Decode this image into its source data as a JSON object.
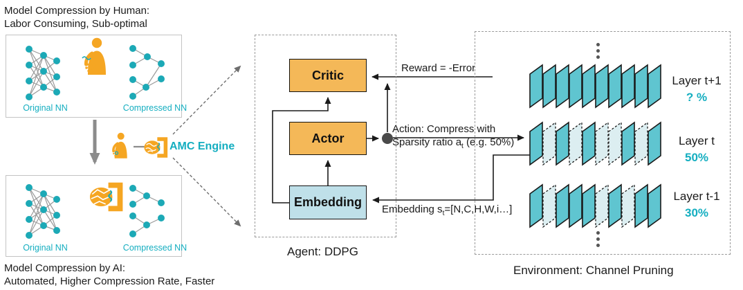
{
  "left": {
    "top_caption_line1": "Model Compression by Human:",
    "top_caption_line2": "Labor Consuming, Sub-optimal",
    "bottom_caption_line1": "Model Compression by AI:",
    "bottom_caption_line2": "Automated, Higher Compression Rate, Faster",
    "box_human": {
      "original_label": "Original NN",
      "compressed_label": "Compressed NN"
    },
    "box_ai": {
      "original_label": "Original NN",
      "compressed_label": "Compressed NN"
    },
    "amc_engine_label": "AMC Engine"
  },
  "agent": {
    "caption": "Agent: DDPG",
    "critic_label": "Critic",
    "actor_label": "Actor",
    "embedding_label": "Embedding",
    "reward_label": "Reward = -Error",
    "action_line1": "Action: Compress with",
    "action_line2_prefix": "Sparsity ratio a",
    "action_sub": "t",
    "action_line2_suffix": " (e.g. 50%)",
    "state_prefix": "Embedding s",
    "state_sub": "t",
    "state_suffix": "=[N,C,H,W,i…]"
  },
  "environment": {
    "caption": "Environment: Channel Pruning",
    "layers": [
      {
        "name": "Layer t+1",
        "ratio": "? %",
        "channels": 10,
        "pattern": [
          1,
          1,
          1,
          1,
          1,
          1,
          1,
          1,
          1,
          1
        ]
      },
      {
        "name": "Layer t",
        "ratio": "50%",
        "channels": 10,
        "pattern": [
          1,
          0,
          1,
          0,
          1,
          0,
          0,
          1,
          0,
          1
        ]
      },
      {
        "name": "Layer t-1",
        "ratio": "30%",
        "channels": 10,
        "pattern": [
          1,
          0,
          1,
          1,
          1,
          0,
          1,
          0,
          1,
          1
        ]
      }
    ]
  },
  "colors": {
    "accent_teal": "#14AEC0",
    "node_teal": "#1CA9B6",
    "channel_solid": "#5FC5D0",
    "channel_pruned": "#DCEEF1",
    "channel_stroke": "#1a1a1a",
    "amber_box": "#F4B858",
    "embedding_box": "#BFE0E9",
    "icon_orange": "#F5A623",
    "arrow_gray": "#8C8C8C",
    "text_black": "#1a1a1a"
  }
}
